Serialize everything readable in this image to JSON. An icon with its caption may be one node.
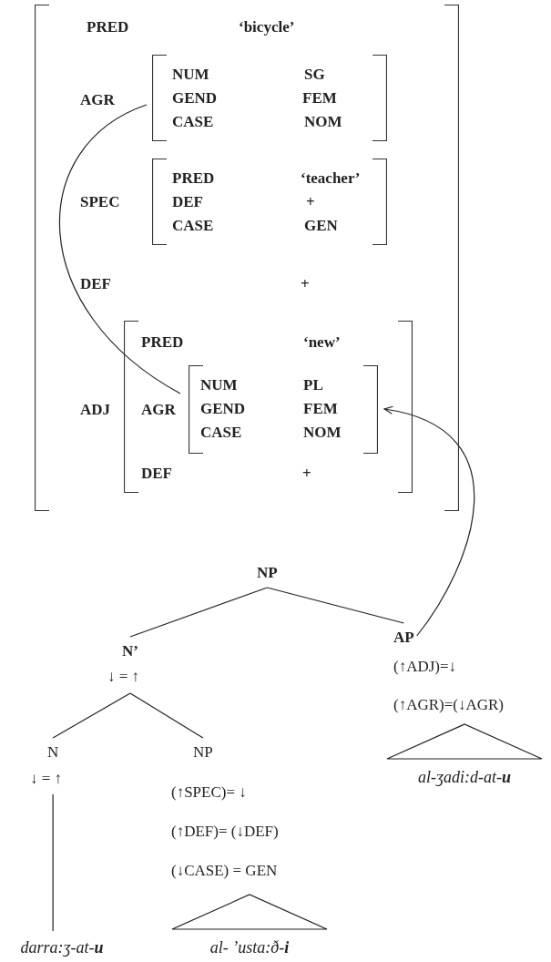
{
  "diagram": {
    "nodes": [
      {
        "text": [
          "PRED",
          "‘bicycle’",
          "DEF",
          "+"
        ]
      },
      {
        "text": [
          "NUM",
          "SG",
          "GEND",
          "FEM",
          "CASE",
          "NOM"
        ],
        "in": 0,
        "beside": [
          "AGR"
        ]
      },
      {
        "text": [
          "PRED",
          "‘teacher’",
          "DEF",
          "+",
          "CASE",
          "GEN"
        ],
        "in": 0,
        "beside": [
          "SPEC"
        ]
      },
      {
        "text": [
          "PRED",
          "‘new’",
          "DEF",
          "+"
        ],
        "in": 0,
        "beside": [
          "ADJ"
        ]
      },
      {
        "text": [
          "NUM",
          "PL",
          "GEND",
          "FEM",
          "CASE",
          "NOM"
        ],
        "in": 3,
        "beside": [
          "AGR"
        ]
      },
      {
        "text": [
          "NP"
        ]
      },
      {
        "text": [
          "N’",
          "↓ = ↑"
        ]
      },
      {
        "text": [
          "AP",
          "(↑ADJ)=↓",
          "(↑AGR)=(↓AGR)"
        ]
      },
      {
        "text": [
          "N",
          "↓ = ↑"
        ]
      },
      {
        "text": [
          "NP",
          "(↑SPEC)= ↓",
          "(↑DEF)= (↓DEF)",
          "(↓CASE) = GEN"
        ]
      },
      {
        "text": [
          "darra:ʒ-at-**u**"
        ]
      },
      {
        "text": [
          "al- ’usta:ð-**i**"
        ]
      },
      {
        "text": [
          "al-ʒadi:d-at-**u**"
        ]
      }
    ],
    "edges": [
      {
        "from": 1,
        "to": 4,
        "arrow": "none"
      },
      {
        "from": 7,
        "to": 4,
        "arrow": "to"
      },
      {
        "from": 5,
        "to": 6,
        "arrow": "none"
      },
      {
        "from": 5,
        "to": 7,
        "arrow": "none"
      },
      {
        "from": 6,
        "to": 8,
        "arrow": "none"
      },
      {
        "from": 6,
        "to": 9,
        "arrow": "none"
      },
      {
        "from": 8,
        "to": 10,
        "arrow": "none"
      }
    ]
  }
}
